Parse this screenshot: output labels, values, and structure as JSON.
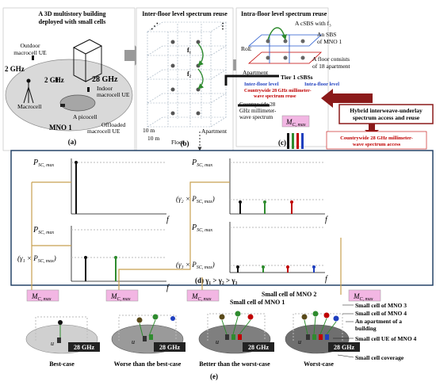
{
  "panel_a": {
    "title_line1": "A 3D multistory building",
    "title_line2": "deployed with small cells",
    "outdoor_ue_line1": "Outdoor",
    "outdoor_ue_line2": "macrocell UE",
    "ghz2_a": "2 GHz",
    "ghz2_b": "2 GHz",
    "ghz28": "28 GHz",
    "indoor_ue_line1": "Indoor",
    "indoor_ue_line2": "macrocell UE",
    "macrocell": "Macrocell",
    "picocell": "A picocell",
    "mno1": "MNO 1",
    "offloaded_line1": "Offloaded",
    "offloaded_line2": "macrocell UE",
    "label": "(a)"
  },
  "panel_b": {
    "title": "Inter-floor level spectrum reuse",
    "f1": "f₁",
    "f2": "f₂",
    "dim1": "10 m",
    "dim2": "10 m",
    "floor": "Floor",
    "apartment": "Apartment",
    "label": "(b)"
  },
  "panel_c": {
    "title": "Intra-floor level spectrum reuse",
    "csbs": "A cSBS with f₃",
    "sbs_line1": "An SBS",
    "sbs_line2": "of MNO 1",
    "roe": "RoE",
    "floor_line1": "A floor consists",
    "floor_line2": "of 18 apartment",
    "apartment": "Apartment",
    "tier1": "Tier 1 cSBSs",
    "intra": "Intra-floor level",
    "inter": "Inter-floor level",
    "countrywide_red_line1": "Countrywide 28 GHz millimeter-",
    "countrywide_red_line2": "wave spectrum reuse",
    "countrywide_black_line1": "Countrywide 28",
    "countrywide_black_line2": "GHz millimeter-",
    "countrywide_black_line3": "wave spectrum",
    "mcmax": "M",
    "mcmax_sub": "C, max",
    "label": "(c)"
  },
  "hybrid": {
    "line1": "Hybrid interweave-underlay",
    "line2": "spectrum access and reuse",
    "access_line1": "Countrywide 28 GHz millimeter-",
    "access_line2": "wave spectrum access"
  },
  "panel_d": {
    "psc": "P",
    "psc_sub": "SC, max",
    "f": "f",
    "gamma1": "(γ₁ × P",
    "gamma2": "(γ₂ × P",
    "gamma3": "(γ₃ × P",
    "gamma_close": ")",
    "relation": "(d) γ₁ > γ₂ > γ₃"
  },
  "panel_e": {
    "mcmax": "M",
    "mcmax_sub": "C, max",
    "ghz": "28 GHz",
    "cases": [
      "Best-case",
      "Worse than the best-case",
      "Better than the worst-case",
      "Worst-case"
    ],
    "small_cell_mno1": "Small cell of MNO 1",
    "small_cell_mno2": "Small cell of MNO 2",
    "small_cell_mno3": "Small cell of MNO 3",
    "small_cell_mno4": "Small cell of MNO 4",
    "apartment_line1": "An apartment of a",
    "apartment_line2": "building",
    "ue_mno4": "Small cell UE of MNO 4",
    "coverage": "Small cell coverage",
    "label": "(e)",
    "ue": "u"
  },
  "colors": {
    "accent_red": "#c00000",
    "accent_blue": "#1f3fbf",
    "pink": "#f2b6e3",
    "border_blue": "#17375e",
    "green": "#2e8b2e",
    "gold": "#c8a050"
  }
}
